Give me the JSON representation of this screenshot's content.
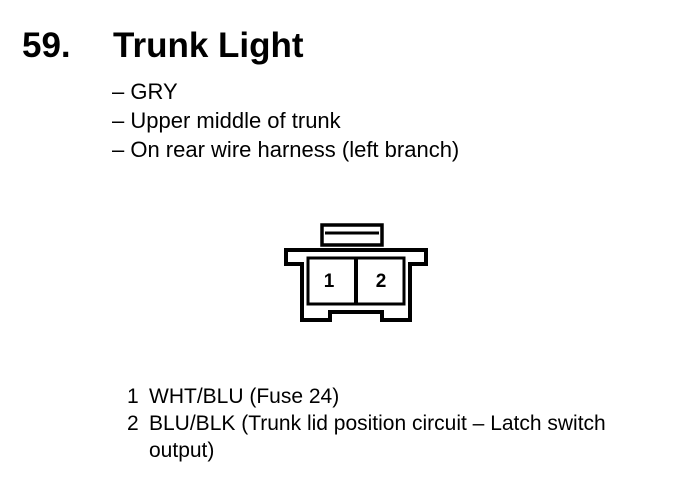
{
  "heading": {
    "number": "59.",
    "title": "Trunk Light"
  },
  "details": [
    "– GRY",
    "– Upper middle of trunk",
    "– On rear wire harness (left branch)"
  ],
  "connector": {
    "pin_labels": [
      "1",
      "2"
    ]
  },
  "pins": [
    {
      "num": "1",
      "text": "WHT/BLU (Fuse 24)"
    },
    {
      "num": "2",
      "text": "BLU/BLK (Trunk lid position circuit – Latch switch output)"
    }
  ]
}
